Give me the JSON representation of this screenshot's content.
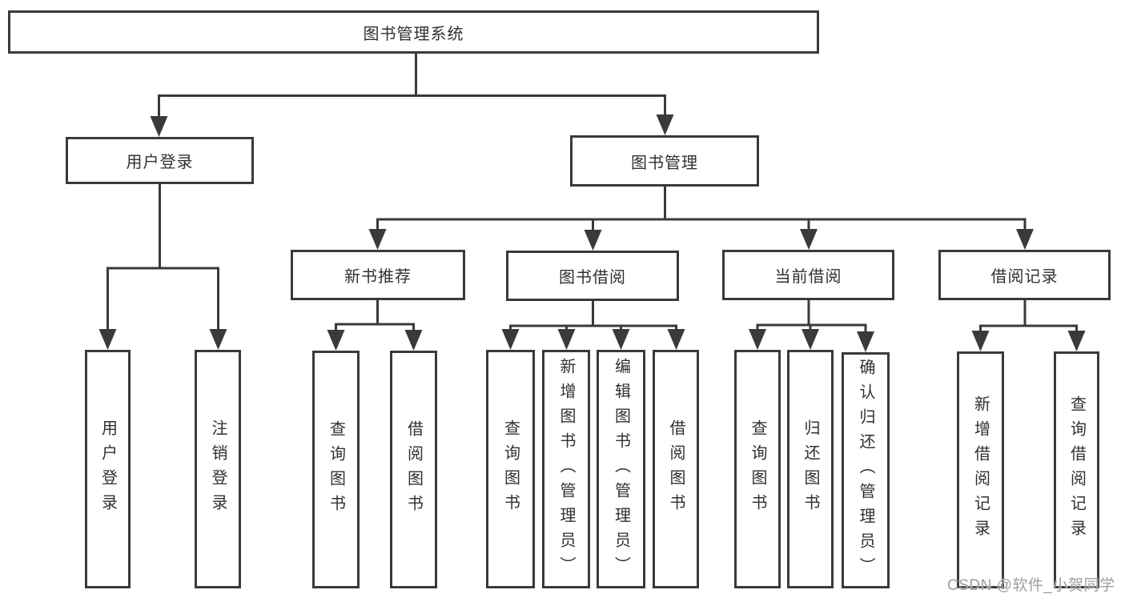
{
  "colors": {
    "line": "#3a3a3a",
    "text": "#303030",
    "watermark_text": "#9e9e9e",
    "background": "#ffffff"
  },
  "watermark": "CSDN @软件_小贺同学",
  "tree": {
    "root": {
      "label": "图书管理系统"
    },
    "branches": [
      {
        "label": "用户登录",
        "children": [
          {
            "label": "用户登录"
          },
          {
            "label": "注销登录"
          }
        ]
      },
      {
        "label": "图书管理",
        "children": [
          {
            "label": "新书推荐",
            "children": [
              {
                "label": "查询图书"
              },
              {
                "label": "借阅图书"
              }
            ]
          },
          {
            "label": "图书借阅",
            "children": [
              {
                "label": "查询图书"
              },
              {
                "label": "新增图书（管理员）"
              },
              {
                "label": "编辑图书（管理员）"
              },
              {
                "label": "借阅图书"
              }
            ]
          },
          {
            "label": "当前借阅",
            "children": [
              {
                "label": "查询图书"
              },
              {
                "label": "归还图书"
              },
              {
                "label": "确认归还（管理员）"
              }
            ]
          },
          {
            "label": "借阅记录",
            "children": [
              {
                "label": "新增借阅记录"
              },
              {
                "label": "查询借阅记录"
              }
            ]
          }
        ]
      }
    ]
  }
}
